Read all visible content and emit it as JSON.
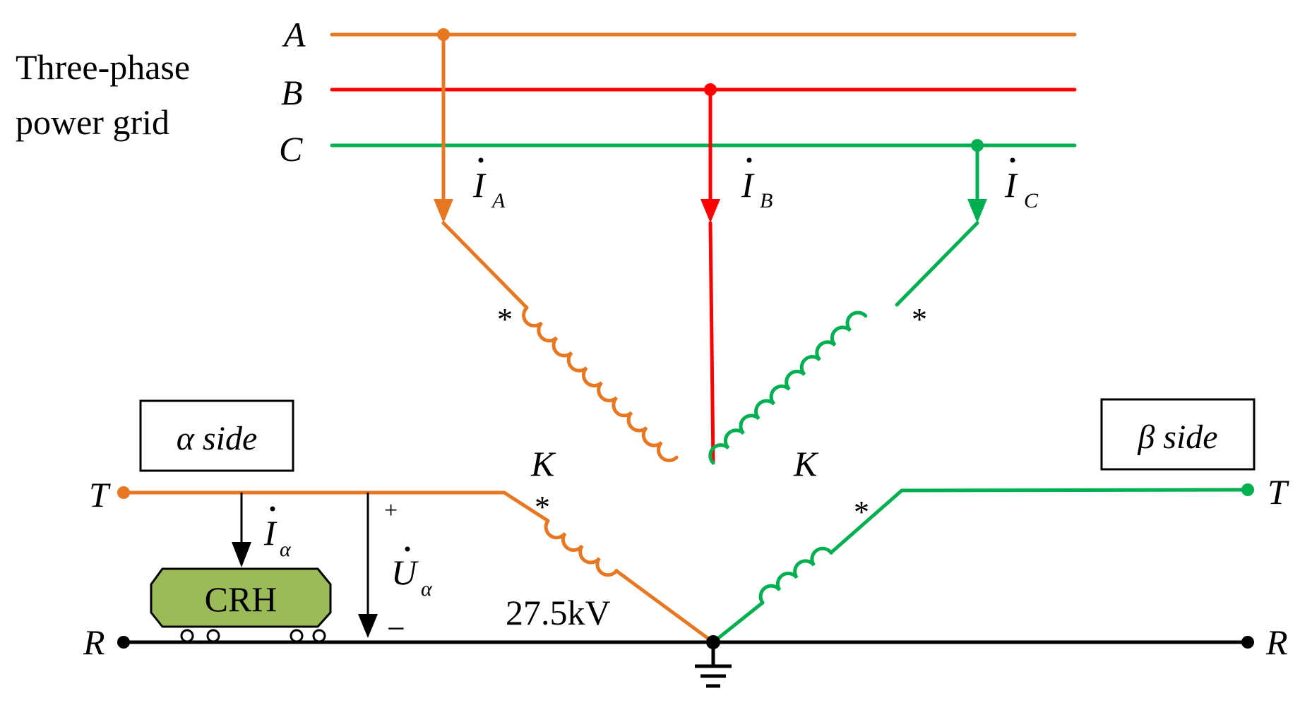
{
  "grid": {
    "title_line1": "Three-phase",
    "title_line2": "power grid",
    "phase_a": "A",
    "phase_b": "B",
    "phase_c": "C"
  },
  "currents": {
    "ia_main": "I",
    "ia_sub": "A",
    "ib_main": "I",
    "ib_sub": "B",
    "ic_main": "I",
    "ic_sub": "C",
    "ialpha_main": "I",
    "ialpha_sub": "α"
  },
  "voltage": {
    "main": "U",
    "sub": "α",
    "plus": "+",
    "minus": "−"
  },
  "transformer": {
    "polarity_mark": "*",
    "k_left": "K",
    "k_right": "K",
    "secondary_voltage": "27.5kV"
  },
  "sides": {
    "alpha": "α side",
    "beta": "β side"
  },
  "terminals": {
    "t_left": "T",
    "t_right": "T",
    "r_left": "R",
    "r_right": "R"
  },
  "train": {
    "label": "CRH"
  },
  "colors": {
    "phase_a": "#E87722",
    "phase_b": "#FF0000",
    "phase_c": "#00B050",
    "rail": "#000000",
    "train_fill": "#9BBB59"
  }
}
